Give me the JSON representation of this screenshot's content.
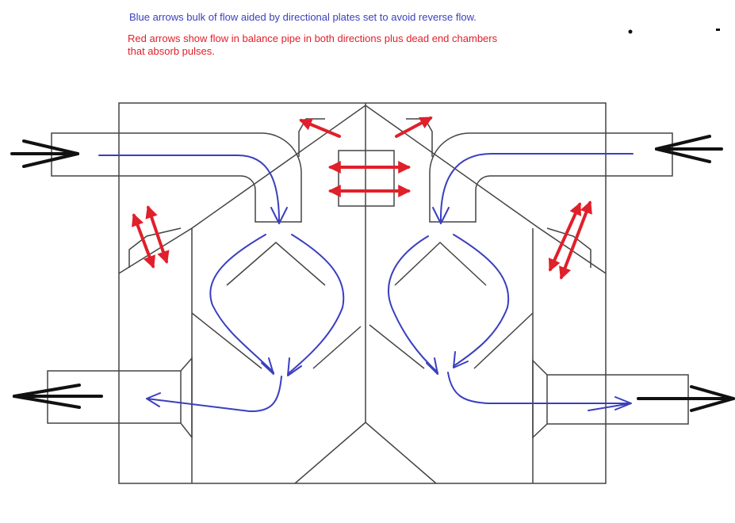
{
  "annotations": {
    "blue_note": "Blue arrows bulk of flow aided by directional plates set to avoid reverse flow.",
    "red_note": "Red arrows  show flow in balance pipe in both directions plus dead end chambers that absorb pulses."
  },
  "colors": {
    "blue_flow": "#3a3fbf",
    "red_flow": "#e0202a",
    "outline": "#444444",
    "black_arrow": "#111111"
  },
  "icons": {
    "blue": "curved-flow-arrow",
    "red": "double-headed-arrow",
    "black": "port-arrow"
  }
}
